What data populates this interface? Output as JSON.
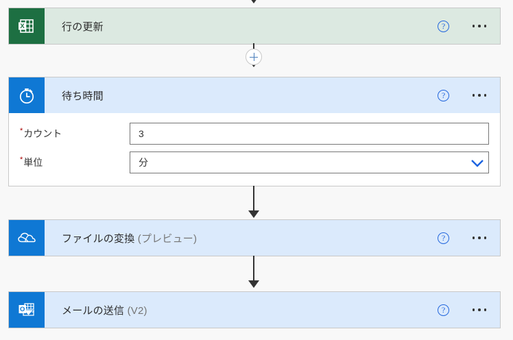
{
  "flow": {
    "steps": [
      {
        "id": "update-row",
        "title": "行の更新",
        "title_suffix": "",
        "icon": "excel-icon",
        "header_style": "green",
        "icon_bg": "#1d6f42",
        "help_label": "?",
        "more_label": "...",
        "has_body": false
      },
      {
        "id": "delay",
        "title": "待ち時間",
        "title_suffix": "",
        "icon": "stopwatch-icon",
        "header_style": "blue",
        "icon_bg": "#0f78d4",
        "help_label": "?",
        "more_label": "...",
        "has_body": true,
        "fields": [
          {
            "id": "count",
            "label": "カウント",
            "required": true,
            "required_marker": "*",
            "type": "text",
            "value": "3"
          },
          {
            "id": "unit",
            "label": "単位",
            "required": true,
            "required_marker": "*",
            "type": "select",
            "value": "分",
            "chevron": "chevron-down-icon"
          }
        ]
      },
      {
        "id": "convert-file",
        "title": "ファイルの変換",
        "title_suffix": " (プレビュー)",
        "icon": "onedrive-icon",
        "header_style": "blue",
        "icon_bg": "#0f78d4",
        "help_label": "?",
        "more_label": "...",
        "has_body": false
      },
      {
        "id": "send-email",
        "title": "メールの送信",
        "title_suffix": " (V2)",
        "icon": "outlook-icon",
        "header_style": "blue",
        "icon_bg": "#0f78d4",
        "help_label": "?",
        "more_label": "...",
        "has_body": false
      }
    ],
    "connectors": [
      {
        "id": "conn-top",
        "has_plus": false
      },
      {
        "id": "conn-1",
        "has_plus": true,
        "plus_label": "+"
      },
      {
        "id": "conn-2",
        "has_plus": false
      },
      {
        "id": "conn-3",
        "has_plus": false
      }
    ],
    "colors": {
      "accent_blue": "#0f78d4",
      "excel_green": "#1d6f42",
      "header_green": "#dce9e1",
      "header_blue": "#dbeafc",
      "canvas": "#f8f8f8",
      "required_red": "#a80000",
      "link_blue": "#2266dd"
    }
  }
}
